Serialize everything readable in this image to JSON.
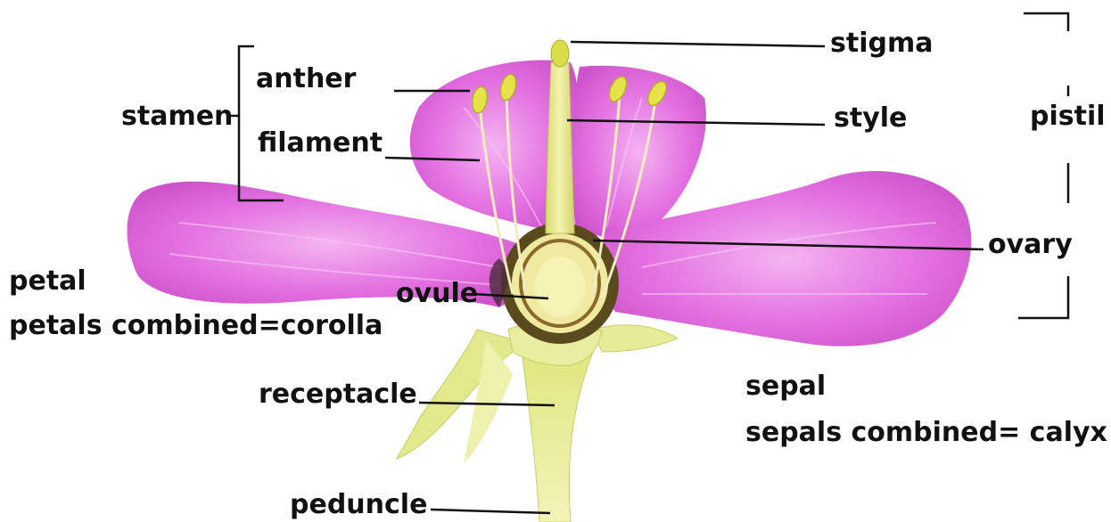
{
  "labels": {
    "stigma": "stigma",
    "anther": "anther",
    "stamen": "stamen",
    "filament": "filament",
    "style": "style",
    "pistil": "pistil",
    "ovary": "ovary",
    "petal": "petal",
    "petals_combined": "petals combined=corolla",
    "ovule": "ovule",
    "receptacle": "receptacle",
    "sepal": "sepal",
    "sepals_combined": "sepals combined= calyx",
    "peduncle": "peduncle"
  },
  "colors": {
    "petal": "#e36fe0",
    "petal_light": "#f2a9ef",
    "petal_dark": "#c94bc6",
    "sepal": "#e8ee9a",
    "stalk": "#eff3b0",
    "anther": "#e6e24a",
    "ovary_wall": "#5a4a1e",
    "ovule": "#f3efa8",
    "line": "#111111"
  }
}
